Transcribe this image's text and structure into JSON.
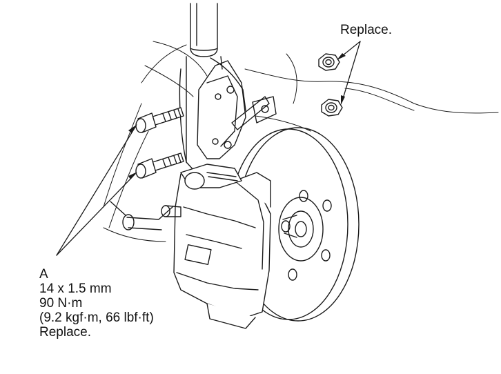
{
  "callout_top": {
    "text": "Replace."
  },
  "callout_a": {
    "letter": "A",
    "size": "14 x 1.5 mm",
    "torque_nm": "90 N·m",
    "torque_alt": "(9.2 kgf·m, 66 lbf·ft)",
    "note": "Replace."
  },
  "colors": {
    "line": "#1a1a1a",
    "background": "#ffffff"
  }
}
